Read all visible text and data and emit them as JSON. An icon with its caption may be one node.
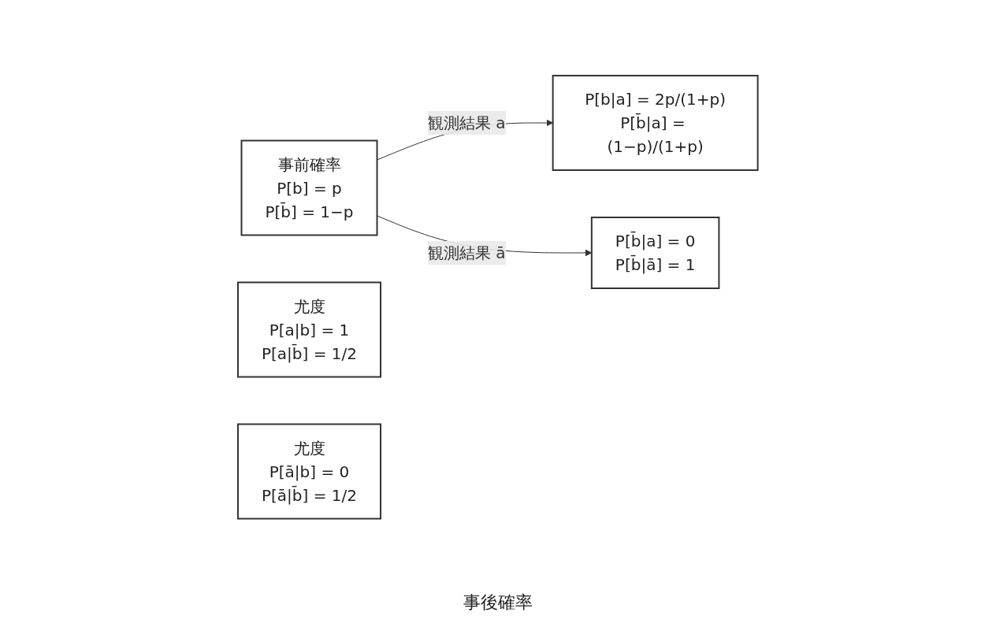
{
  "diagram": {
    "nodes": [
      {
        "text": [
          "事前確率",
          "P[b] = p",
          "P[b̄] = 1−p"
        ]
      },
      {
        "text": [
          "尤度",
          "P[a|b] = 1",
          "P[a|b̄] = 1/2"
        ]
      },
      {
        "text": [
          "P[b|a] = 2p/(1+p)",
          "P[b̄|a] = (1−p)/(1+p)"
        ]
      },
      {
        "text": [
          "P[b̄|a] = 0",
          "P[b̄|ā] = 1"
        ]
      },
      {
        "text": [
          "尤度",
          "P[ā|b] = 0",
          "P[ā|b̄] = 1/2"
        ]
      }
    ],
    "edges": [
      {
        "from": 0,
        "to": 2,
        "arrow": "to",
        "label": "観測結果 a"
      },
      {
        "from": 0,
        "to": 3,
        "arrow": "to",
        "label": "観測結果 ā"
      }
    ],
    "labels": [
      "事後確率"
    ]
  }
}
